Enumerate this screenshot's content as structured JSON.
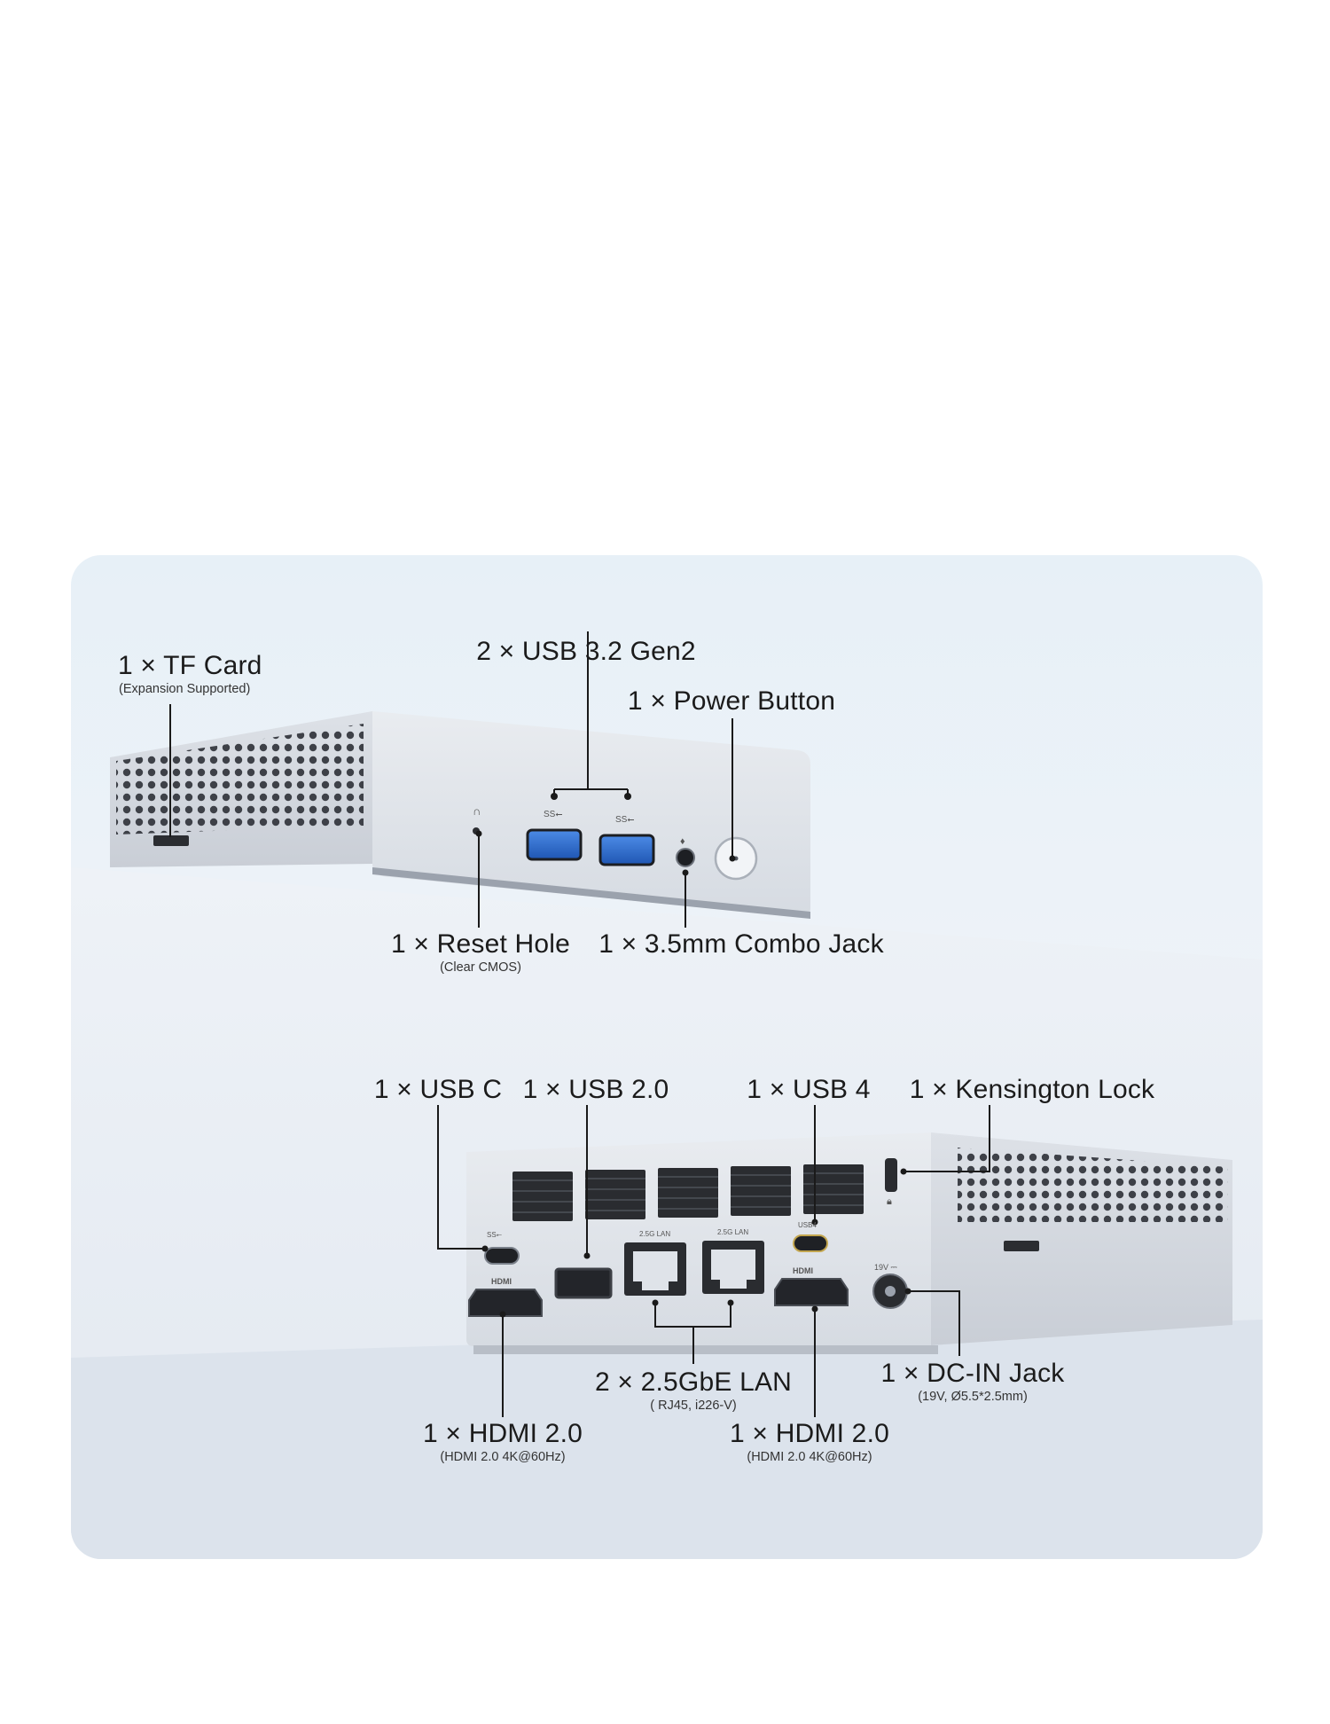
{
  "front": {
    "tf_card": {
      "title": "1 × TF Card",
      "note": "(Expansion Supported)"
    },
    "usb32": {
      "title": "2 × USB 3.2 Gen2"
    },
    "power_button": {
      "title": "1 × Power Button"
    },
    "reset_hole": {
      "title": "1 × Reset Hole",
      "note": "(Clear CMOS)"
    },
    "combo_jack": {
      "title": "1 × 3.5mm Combo Jack"
    },
    "usb_port_marking": "SS⭠"
  },
  "rear": {
    "usb_c": {
      "title": "1 × USB C"
    },
    "usb20": {
      "title": "1 × USB 2.0"
    },
    "usb4": {
      "title": "1 × USB 4"
    },
    "kensington": {
      "title": "1 × Kensington Lock"
    },
    "lan": {
      "title": "2 × 2.5GbE LAN",
      "note": "( RJ45, i226-V)"
    },
    "dc_in": {
      "title": "1 × DC-IN Jack",
      "note": "(19V, Ø5.5*2.5mm)"
    },
    "hdmi_left": {
      "title": "1 × HDMI 2.0",
      "note": "(HDMI 2.0  4K@60Hz)"
    },
    "hdmi_right": {
      "title": "1 × HDMI 2.0",
      "note": "(HDMI 2.0  4K@60Hz)"
    },
    "port_markings": {
      "lan": "2.5G LAN",
      "hdmi": "HDMI",
      "usb4": "USB4",
      "dc": "19V ⎓",
      "usbc": "SS⭠"
    }
  },
  "colors": {
    "panel_top": "#e7f0f7",
    "device_body": "#dfe3e9",
    "usb_blue": "#2f6fd1",
    "leader_line": "#1a1a1a"
  }
}
